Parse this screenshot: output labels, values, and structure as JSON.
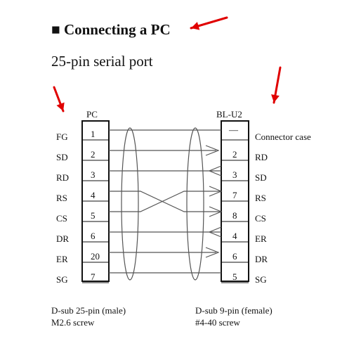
{
  "title": {
    "bullet": "■",
    "text": "Connecting a PC"
  },
  "subtitle": "25-pin serial port",
  "left_connector": {
    "name": "PC",
    "pins": [
      {
        "signal": "FG",
        "pin": "1"
      },
      {
        "signal": "SD",
        "pin": "2"
      },
      {
        "signal": "RD",
        "pin": "3"
      },
      {
        "signal": "RS",
        "pin": "4"
      },
      {
        "signal": "CS",
        "pin": "5"
      },
      {
        "signal": "DR",
        "pin": "6"
      },
      {
        "signal": "ER",
        "pin": "20"
      },
      {
        "signal": "SG",
        "pin": "7"
      }
    ],
    "footer": [
      "D-sub 25-pin (male)",
      "M2.6 screw"
    ]
  },
  "right_connector": {
    "name": "BL-U2",
    "pins": [
      {
        "signal": "Connector case",
        "pin": "—"
      },
      {
        "signal": "RD",
        "pin": "2"
      },
      {
        "signal": "SD",
        "pin": "3"
      },
      {
        "signal": "RS",
        "pin": "7"
      },
      {
        "signal": "CS",
        "pin": "8"
      },
      {
        "signal": "ER",
        "pin": "4"
      },
      {
        "signal": "DR",
        "pin": "6"
      },
      {
        "signal": "SG",
        "pin": "5"
      }
    ],
    "footer": [
      "D-sub 9-pin (female)",
      "#4-40 screw"
    ]
  },
  "colors": {
    "arrow": "#e00000",
    "line": "#555555",
    "box": "#111111"
  }
}
